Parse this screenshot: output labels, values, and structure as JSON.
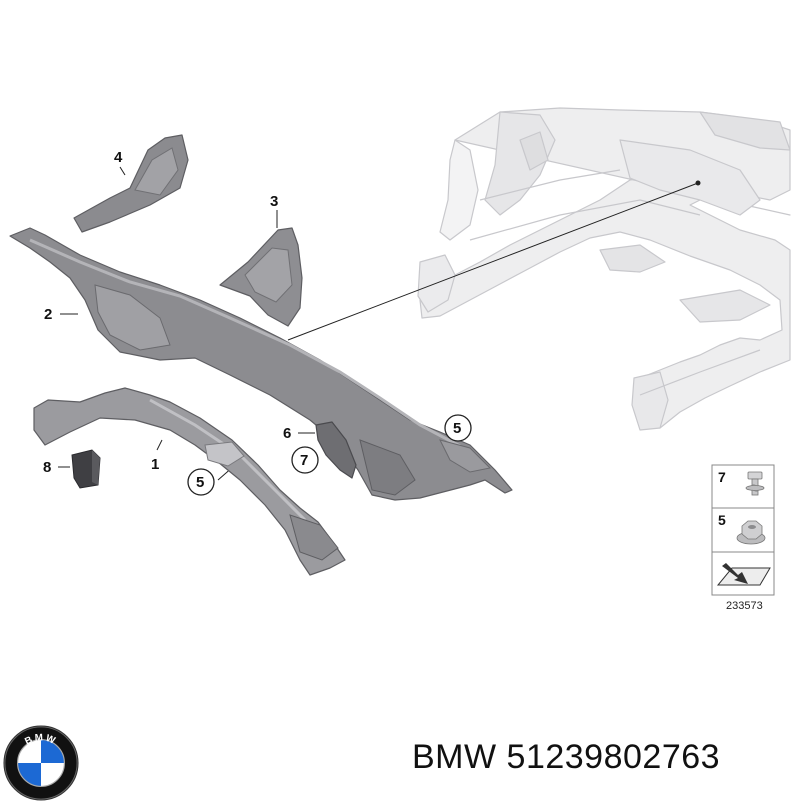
{
  "callouts": {
    "c1": "1",
    "c2": "2",
    "c3": "3",
    "c4": "4",
    "c5a": "5",
    "c5b": "5",
    "c6": "6",
    "c7": "7",
    "c8": "8"
  },
  "legend": {
    "item_top": "7",
    "item_bottom": "5",
    "reference": "233573"
  },
  "caption": {
    "brand": "BMW",
    "part_number": "51239802763"
  },
  "logo": {
    "text": "BMW",
    "colors": {
      "blue": "#1c69d4",
      "ring": "#111111",
      "white": "#ffffff"
    }
  }
}
